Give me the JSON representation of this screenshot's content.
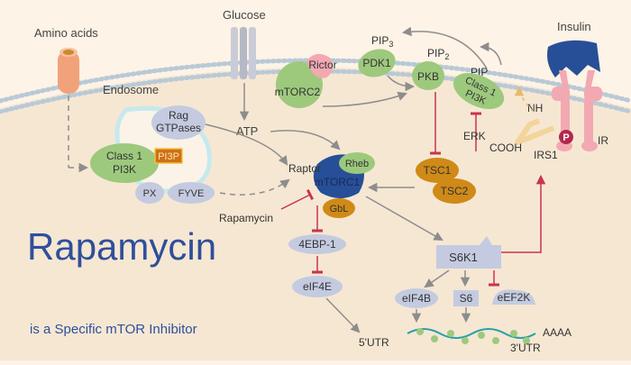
{
  "title": "Rapamycin",
  "subtitle": "is a Specific mTOR Inhibitor",
  "labels": {
    "amino_acids": "Amino acids",
    "glucose": "Glucose",
    "insulin": "Insulin",
    "endosome": "Endosome",
    "rag_line1": "Rag",
    "rag_line2": "GTPases",
    "class1_line1": "Class 1",
    "class1_line2": "PI3K",
    "pi3p": "PI3P",
    "px": "PX",
    "fyve": "FYVE",
    "atp": "ATP",
    "rictor": "Rictor",
    "mtorc2": "mTORC2",
    "pdk1": "PDK1",
    "pkb": "PKB",
    "pip3": "PIP",
    "pip3_sub": "3",
    "pip2": "PIP",
    "pip2_sub": "2",
    "pip": "PIP",
    "class1r_line1": "Class 1",
    "class1r_line2": "PI3K",
    "erk": "ERK",
    "nh": "NH",
    "cooh": "COOH",
    "irs1": "IRS1",
    "ir": "IR",
    "p": "P",
    "raptor": "Raptor",
    "rheb": "Rheb",
    "mtorc1": "mTORC1",
    "gbl": "GbL",
    "rapamycin_drug": "Rapamycin",
    "tsc1": "TSC1",
    "tsc2": "TSC2",
    "ebp1": "4EBP-1",
    "eif4e": "eIF4E",
    "utr5": "5'UTR",
    "s6k1": "S6K1",
    "eif4b": "eIF4B",
    "s6": "S6",
    "eef2k": "eEF2K",
    "aaaa": "AAAA",
    "utr3": "3'UTR"
  },
  "colors": {
    "background": "#fdf3e6",
    "membrane": "#b9c9d6",
    "green": "#9dc97d",
    "gray_blue": "#c4cbe0",
    "orange": "#cf8a17",
    "pink": "#f2a9b2",
    "navy": "#274f98",
    "red": "#c8344f",
    "arrow": "#8d8d8d"
  }
}
